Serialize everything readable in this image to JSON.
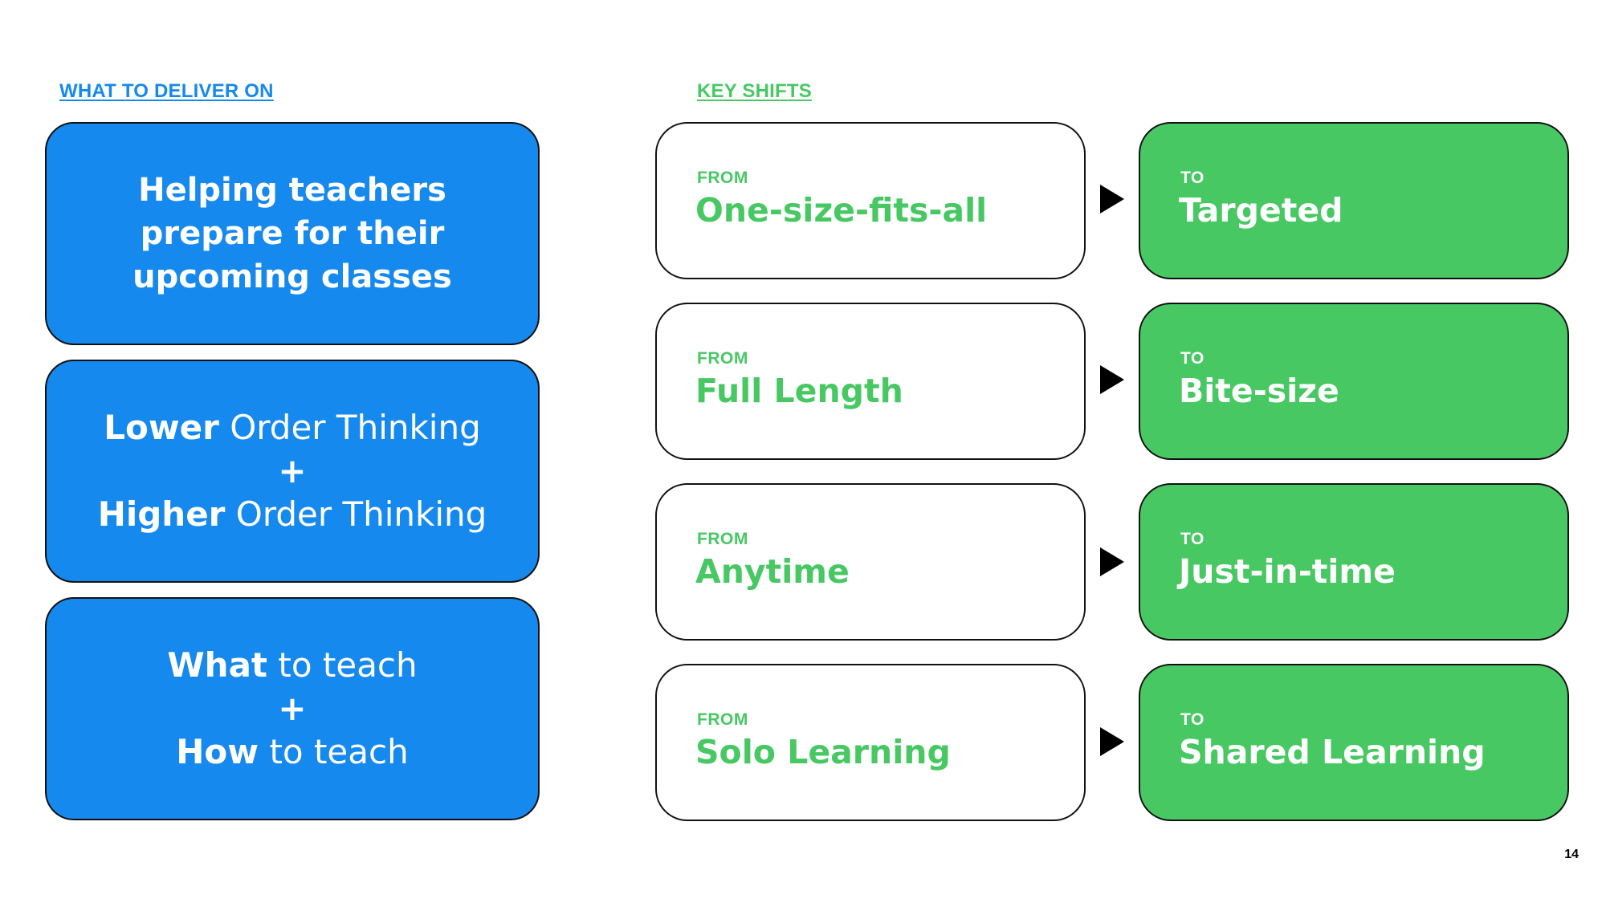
{
  "left_heading": "WHAT TO DELIVER ON",
  "right_heading": "KEY SHIFTS",
  "deliver_cards": {
    "card1": "Helping teachers prepare for their upcoming classes",
    "card2": {
      "line1_bold": "Lower",
      "line1_rest": " Order Thinking",
      "plus": "+",
      "line2_bold": "Higher",
      "line2_rest": " Order Thinking"
    },
    "card3": {
      "line1_bold": "What",
      "line1_rest": " to teach",
      "plus": "+",
      "line2_bold": "How",
      "line2_rest": " to teach"
    }
  },
  "shifts": [
    {
      "from_label": "FROM",
      "from": "One-size-fits-all",
      "to_label": "TO",
      "to": "Targeted"
    },
    {
      "from_label": "FROM",
      "from": "Full Length",
      "to_label": "TO",
      "to": "Bite-size"
    },
    {
      "from_label": "FROM",
      "from": "Anytime",
      "to_label": "TO",
      "to": "Just-in-time"
    },
    {
      "from_label": "FROM",
      "from": "Solo Learning",
      "to_label": "TO",
      "to": "Shared Learning"
    }
  ],
  "page_number": "14",
  "colors": {
    "blue": "#1689EE",
    "green": "#47C863",
    "border": "#111111"
  },
  "icons": {
    "arrow": "play-triangle-icon"
  }
}
